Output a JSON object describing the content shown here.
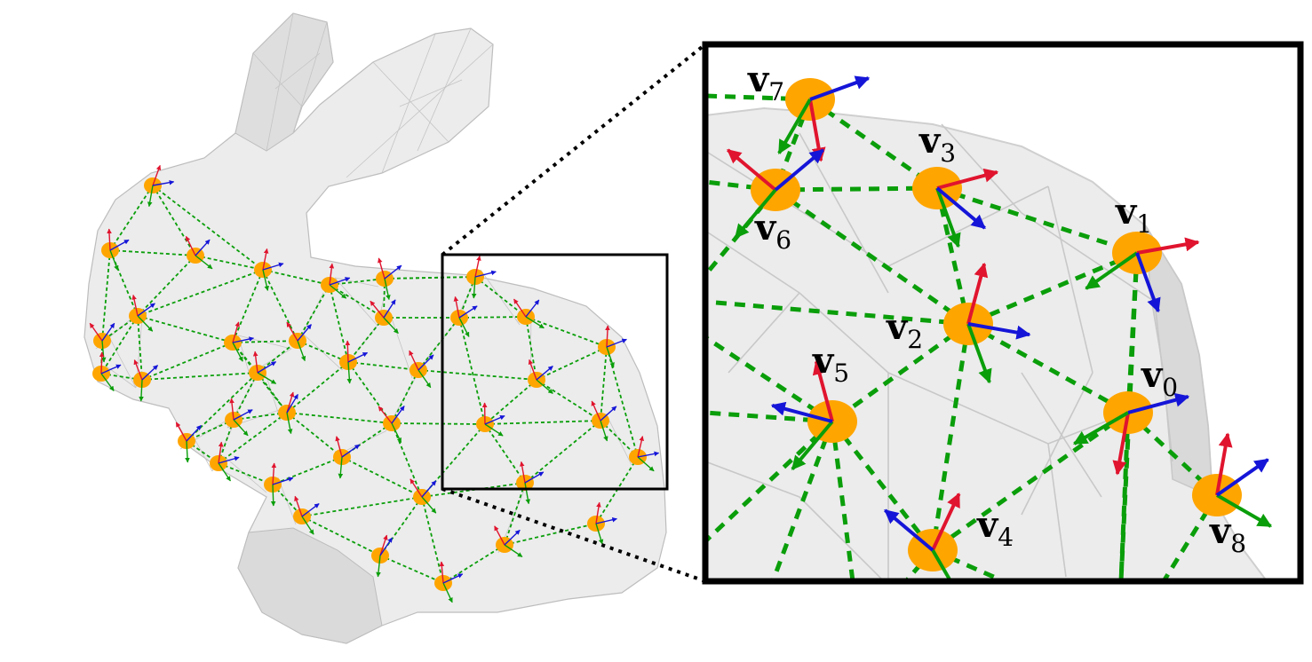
{
  "colors": {
    "mesh_fill": "#ececec",
    "mesh_shadow": "#d8d8d8",
    "mesh_edge": "#c4c4c4",
    "node": "#ffa500",
    "edge": "#0a9e0a",
    "axis_red": "#e0142e",
    "axis_green": "#0a9e0a",
    "axis_blue": "#1515d8",
    "frame": "#000000"
  },
  "zoom_labels": [
    {
      "base": "v",
      "sub": "7"
    },
    {
      "base": "v",
      "sub": "3"
    },
    {
      "base": "v",
      "sub": "1"
    },
    {
      "base": "v",
      "sub": "6"
    },
    {
      "base": "v",
      "sub": "2"
    },
    {
      "base": "v",
      "sub": "5"
    },
    {
      "base": "v",
      "sub": "0"
    },
    {
      "base": "v",
      "sub": "4"
    },
    {
      "base": "v",
      "sub": "8"
    }
  ]
}
